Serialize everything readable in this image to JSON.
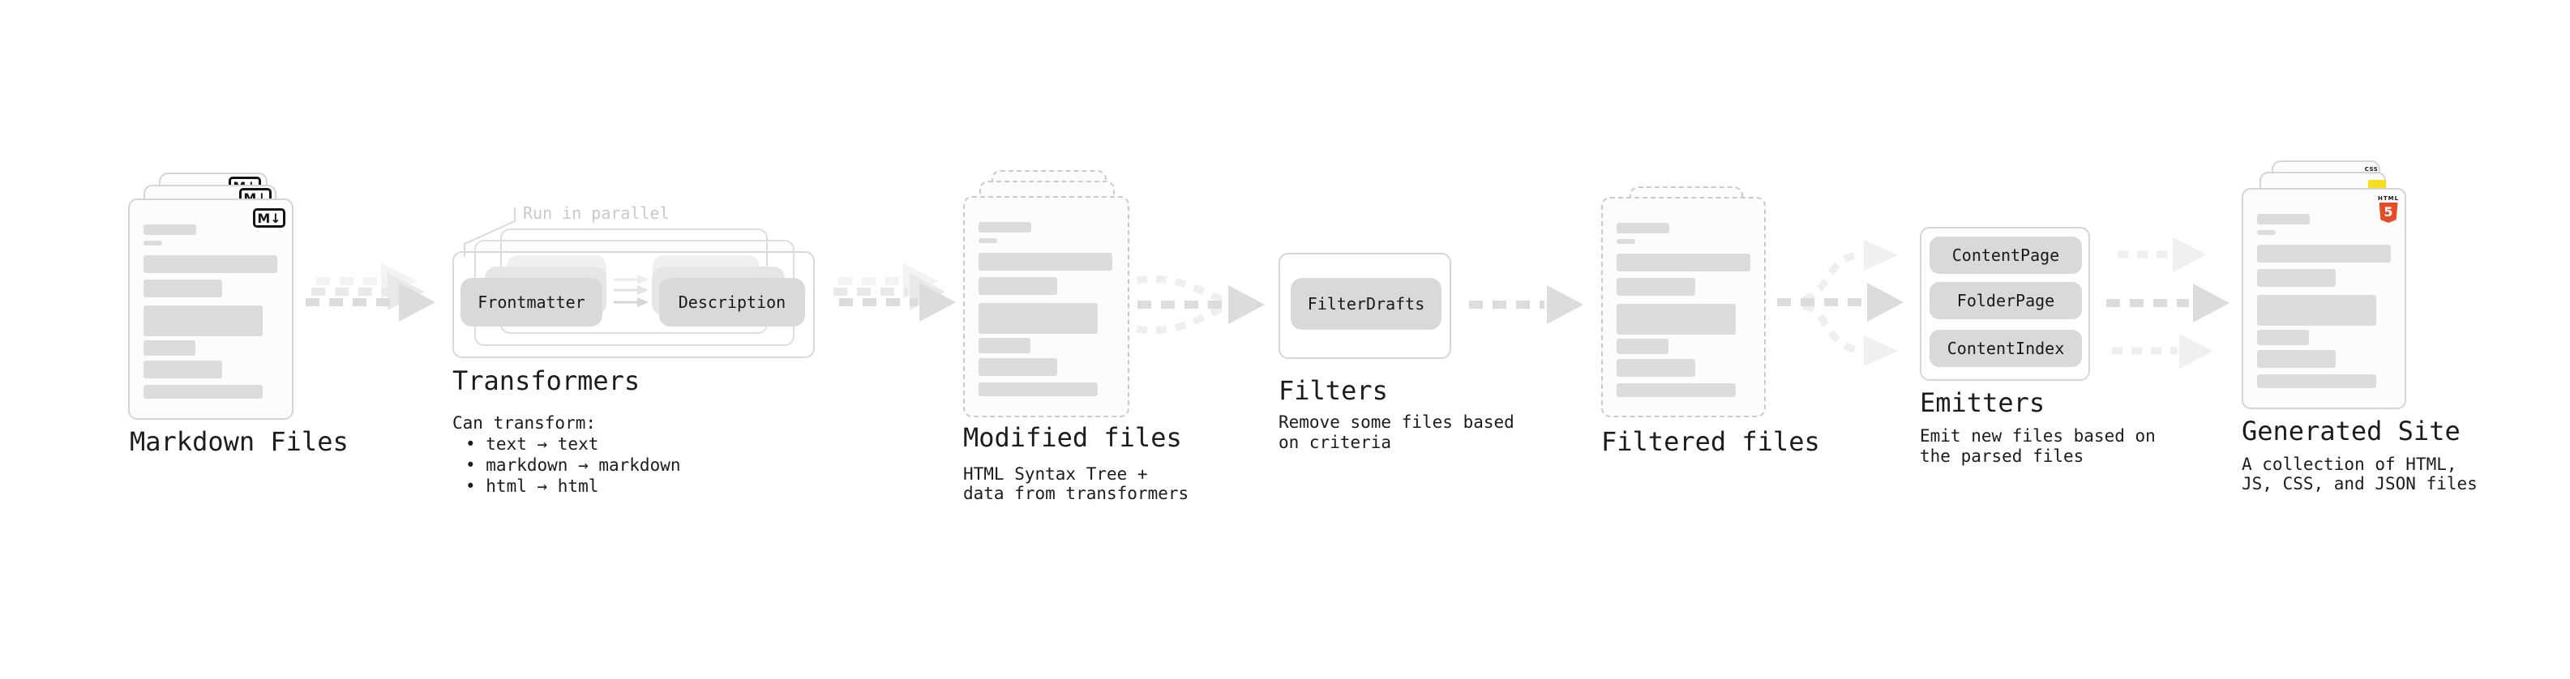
{
  "stages": {
    "markdown_files": {
      "label": "Markdown Files",
      "badge": "M↓"
    },
    "transformers": {
      "label": "Transformers",
      "parallel_note": "Run in parallel",
      "chips": [
        "Frontmatter",
        "Description"
      ],
      "desc_title": "Can transform:",
      "bullets": [
        "• text → text",
        "• markdown → markdown",
        "• html → html"
      ]
    },
    "modified_files": {
      "label": "Modified files",
      "desc": [
        "HTML Syntax Tree +",
        "data from transformers"
      ]
    },
    "filters": {
      "label": "Filters",
      "chips": [
        "FilterDrafts"
      ],
      "desc": [
        "Remove some files based",
        "on criteria"
      ]
    },
    "filtered_files": {
      "label": "Filtered files"
    },
    "emitters": {
      "label": "Emitters",
      "chips": [
        "ContentPage",
        "FolderPage",
        "ContentIndex"
      ],
      "desc": [
        "Emit new files based on",
        "the parsed files"
      ]
    },
    "generated_site": {
      "label": "Generated Site",
      "badges": {
        "html5_text": "HTML",
        "html5_number": "5",
        "css_text": "CSS"
      },
      "desc": [
        "A collection of HTML,",
        "JS, CSS, and JSON files"
      ]
    }
  },
  "colors": {
    "html5_orange": "#e44d26",
    "js_yellow": "#f7df1e",
    "css_blue": "#2965f1",
    "chip_gray": "#d9d9d9",
    "arrow_gray": "#dcdcdc",
    "note_gray": "#c9c9c9",
    "doc_border": "#d5d5d5"
  }
}
